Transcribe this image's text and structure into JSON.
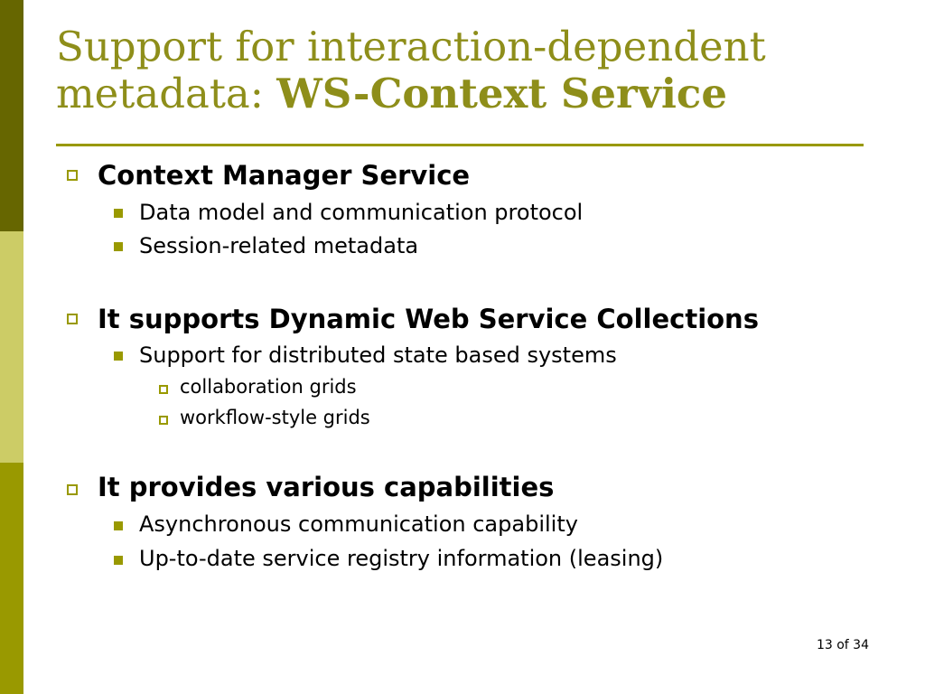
{
  "slide": {
    "title_line1": "Support for interaction-dependent",
    "title_line2_plain": "metadata: ",
    "title_line2_bold": "WS-Context Service",
    "sections": [
      {
        "heading": "Context Manager Service",
        "items": [
          {
            "text": "Data model and communication protocol"
          },
          {
            "text": "Session-related metadata"
          }
        ]
      },
      {
        "heading": "It supports Dynamic Web Service Collections",
        "items": [
          {
            "text": "Support for distributed state based systems",
            "subitems": [
              "collaboration grids",
              "workflow-style grids"
            ]
          }
        ]
      },
      {
        "heading": "It provides various capabilities",
        "items": [
          {
            "text": "Asynchronous communication capability"
          },
          {
            "text": "Up-to-date service registry information (leasing)"
          }
        ]
      }
    ],
    "page_number": "13 of 34"
  },
  "colors": {
    "title": "#8E8E1A",
    "bar_dark": "#666600",
    "bar_light": "#CCCC66",
    "bar_mid": "#999900",
    "rule": "#999900",
    "bullet": "#999900"
  },
  "icons": {
    "level1_bullet": "hollow-square-icon",
    "level2_bullet": "solid-square-icon",
    "level3_bullet": "small-hollow-square-icon"
  }
}
